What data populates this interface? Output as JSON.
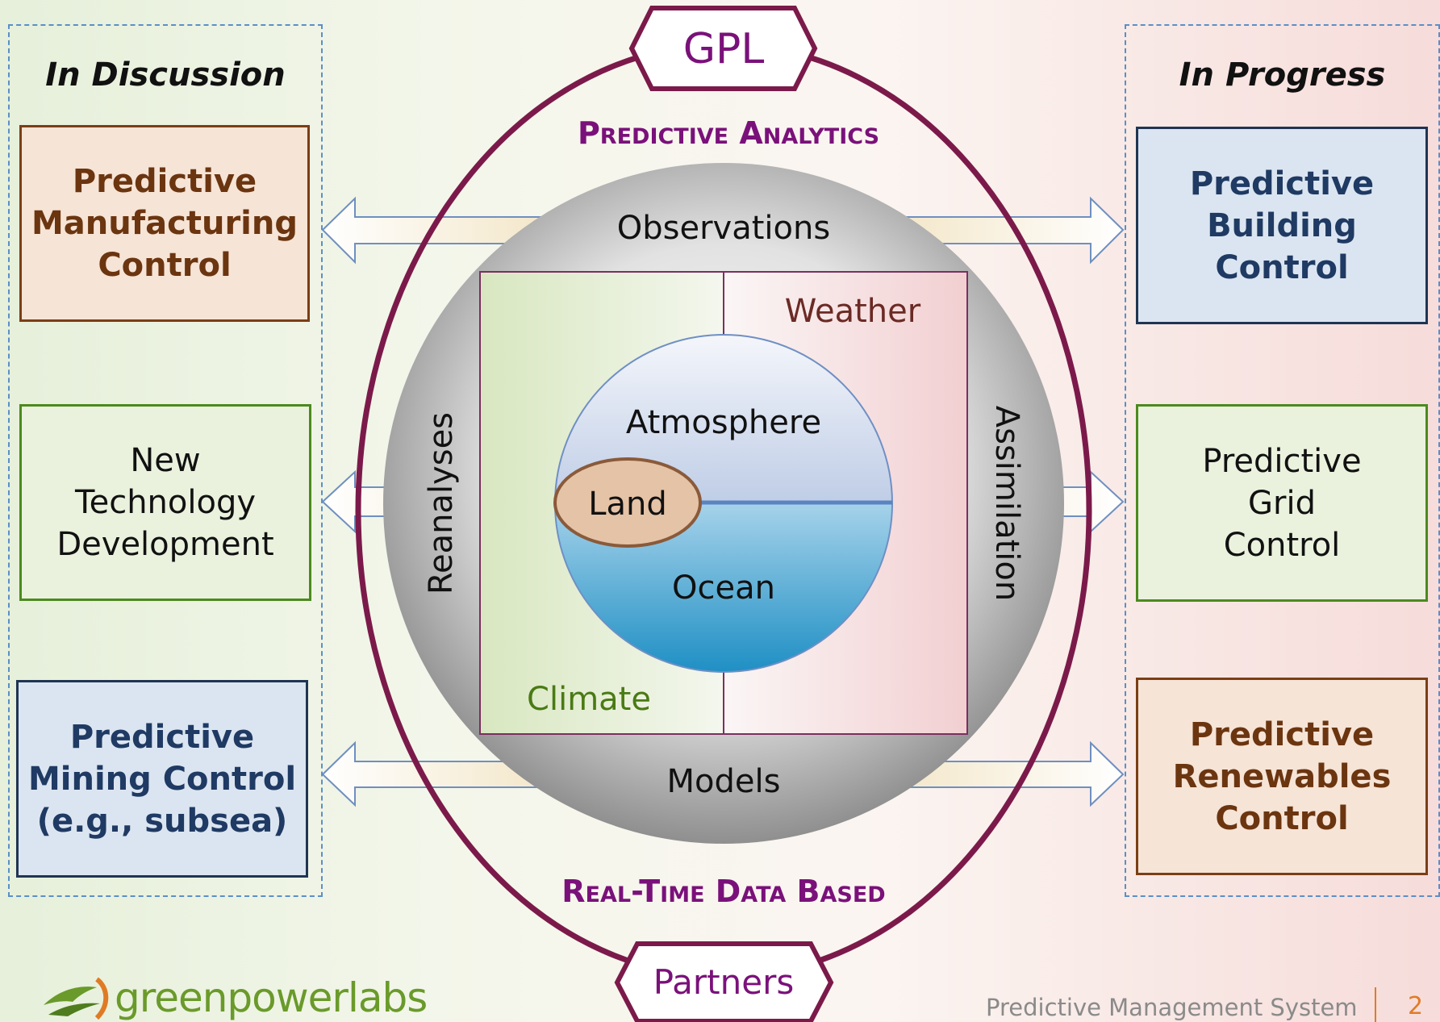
{
  "center": {
    "top_badge": "GPL",
    "bottom_badge": "Partners",
    "top_caption": "Predictive Analytics",
    "bottom_caption": "Real-Time Data Based",
    "observations": "Observations",
    "models": "Models",
    "reanalyses": "Reanalyses",
    "assimilation": "Assimilation",
    "climate": "Climate",
    "weather": "Weather",
    "atmosphere": "Atmosphere",
    "land": "Land",
    "ocean": "Ocean"
  },
  "left_column": {
    "title": "In Discussion",
    "boxes": [
      {
        "lines": [
          "Predictive",
          "Manufacturing",
          "Control"
        ]
      },
      {
        "lines": [
          "New",
          "Technology",
          "Development"
        ]
      },
      {
        "lines": [
          "Predictive",
          "Mining Control",
          "(e.g., subsea)"
        ]
      }
    ]
  },
  "right_column": {
    "title": "In Progress",
    "boxes": [
      {
        "lines": [
          "Predictive",
          "Building",
          "Control"
        ]
      },
      {
        "lines": [
          "Predictive",
          "Grid",
          "Control"
        ]
      },
      {
        "lines": [
          "Predictive",
          "Renewables",
          "Control"
        ]
      }
    ]
  },
  "footer": {
    "logo_text": "greenpowerlabs",
    "caption": "Predictive Management System",
    "page": "2"
  },
  "colors": {
    "ellipse": "#7b1a4a",
    "caption": "#7a117a",
    "badge_text": "#7a117a"
  }
}
